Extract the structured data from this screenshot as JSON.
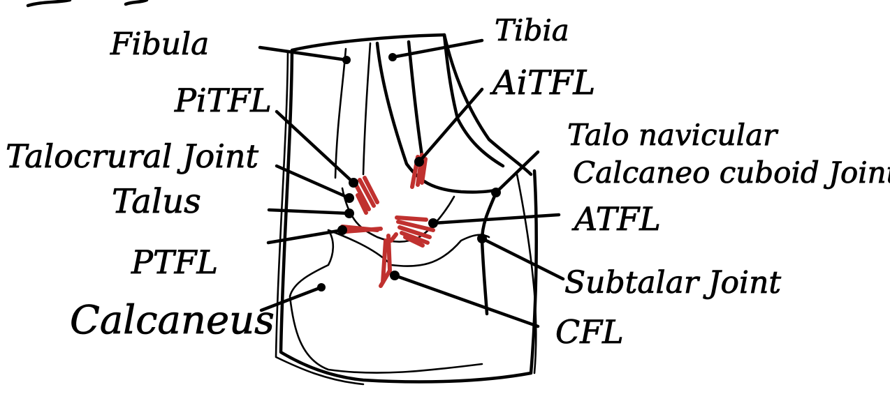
{
  "labels": {
    "fibula": "Fibula",
    "pitfl": "PiTFL",
    "talocrural": "Talocrural Joint",
    "talus": "Talus",
    "ptfl": "PTFL",
    "calcaneus": "Calcaneus",
    "tibia": "Tibia",
    "aitfl": "AiTFL",
    "talonavicular": "Talo navicular",
    "calcaneocuboid": "Calcaneo cuboid Joint",
    "atfl": "ATFL",
    "subtalar": "Subtalar Joint",
    "cfl": "CFL"
  },
  "colors": {
    "ink": "#000000",
    "ligament": "#c0312f",
    "background": "#ffffff"
  }
}
